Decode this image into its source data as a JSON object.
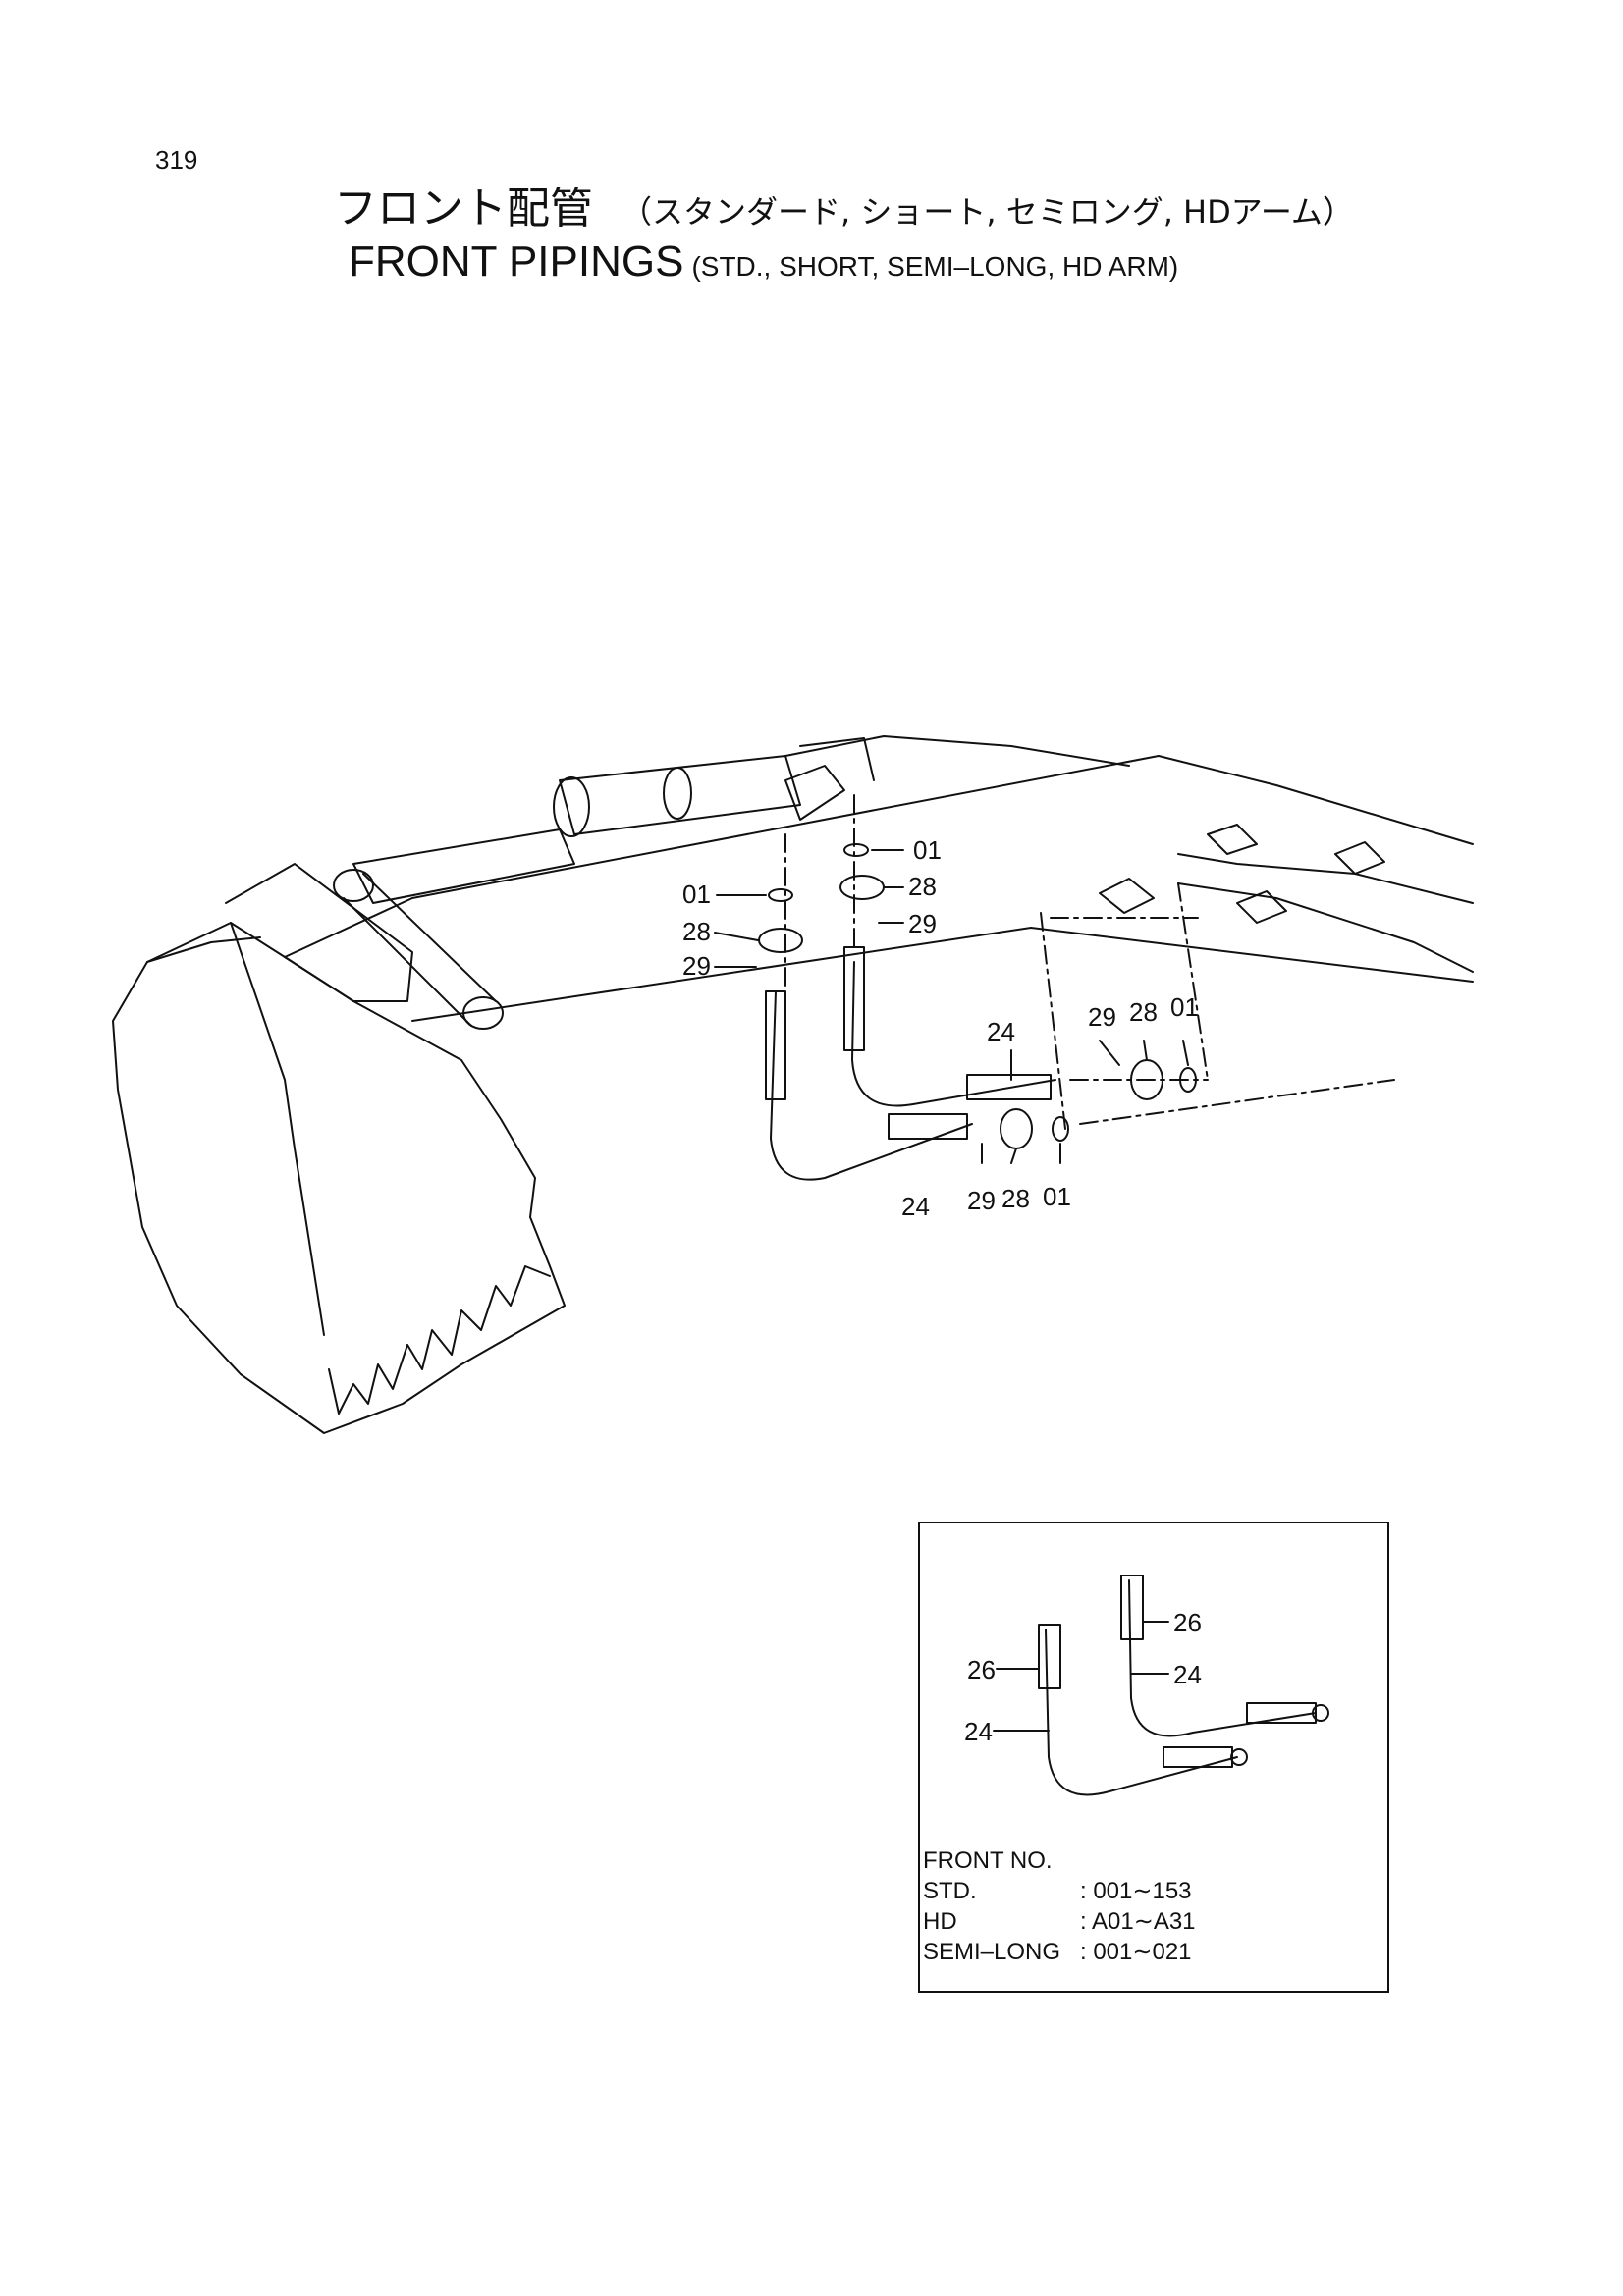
{
  "page_number": "319",
  "title_jp": {
    "main": "フロント配管",
    "sub": "（スタンダード, ショート, セミロング, HDアーム）"
  },
  "title_en": {
    "main": "FRONT  PIPINGS",
    "sub": "(STD., SHORT, SEMI–LONG, HD ARM)"
  },
  "main_labels": {
    "l01a": "01",
    "l28a": "28",
    "l29a": "29",
    "l01b": "01",
    "l28b": "28",
    "l29b": "29",
    "l24a": "24",
    "l24b": "24",
    "l29c": "29",
    "l28c": "28",
    "l01c": "01",
    "l29d": "29",
    "l28d": "28",
    "l01d": "01"
  },
  "inset_labels": {
    "l26a": "26",
    "l24a": "24",
    "l26b": "26",
    "l24b": "24"
  },
  "front_no": {
    "heading": "FRONT  NO.",
    "rows": [
      {
        "key": "STD.",
        "value": ": 001∼153"
      },
      {
        "key": "HD",
        "value": ": A01∼A31"
      },
      {
        "key": "SEMI–LONG",
        "value": ": 001∼021"
      }
    ]
  }
}
